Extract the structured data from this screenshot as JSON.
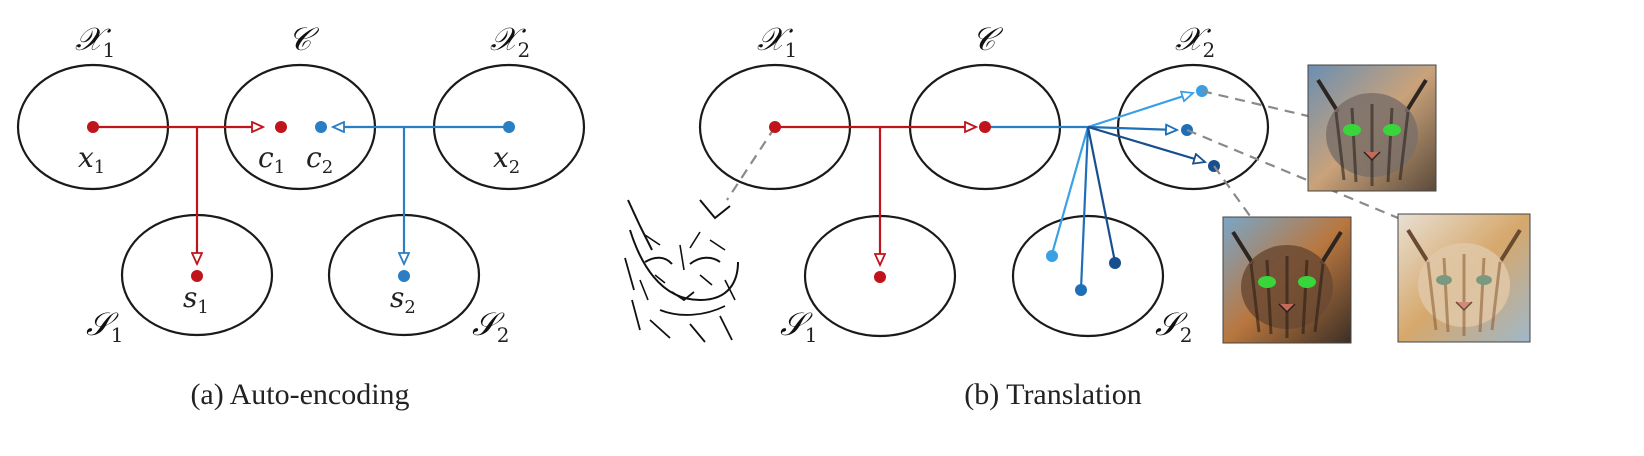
{
  "colors": {
    "red": "#c0141c",
    "blue": "#2a7ec4",
    "blue_light": "#3aa0e6",
    "blue_mid": "#1f6fb8",
    "blue_dark": "#174f8e"
  },
  "panel_a": {
    "caption": "(a) Auto-encoding",
    "domain_x1": {
      "base": "𝒳",
      "sub": "1"
    },
    "content_space": {
      "base": "𝒞",
      "sub": ""
    },
    "domain_x2": {
      "base": "𝒳",
      "sub": "2"
    },
    "style_s1": {
      "base": "𝒮",
      "sub": "1"
    },
    "style_s2": {
      "base": "𝒮",
      "sub": "2"
    },
    "point_x1": {
      "base": "x",
      "sub": "1"
    },
    "point_c1": {
      "base": "c",
      "sub": "1"
    },
    "point_c2": {
      "base": "c",
      "sub": "2"
    },
    "point_x2": {
      "base": "x",
      "sub": "2"
    },
    "point_s1": {
      "base": "s",
      "sub": "1"
    },
    "point_s2": {
      "base": "s",
      "sub": "2"
    }
  },
  "panel_b": {
    "caption": "(b) Translation",
    "domain_x1": {
      "base": "𝒳",
      "sub": "1"
    },
    "content_space": {
      "base": "𝒞",
      "sub": ""
    },
    "domain_x2": {
      "base": "𝒳",
      "sub": "2"
    },
    "style_s1": {
      "base": "𝒮",
      "sub": "1"
    },
    "style_s2": {
      "base": "𝒮",
      "sub": "2"
    },
    "images": [
      {
        "name": "edge-sketch-cat-image"
      },
      {
        "name": "translated-cat-image-1"
      },
      {
        "name": "translated-cat-image-2"
      },
      {
        "name": "translated-cat-image-3"
      }
    ]
  }
}
